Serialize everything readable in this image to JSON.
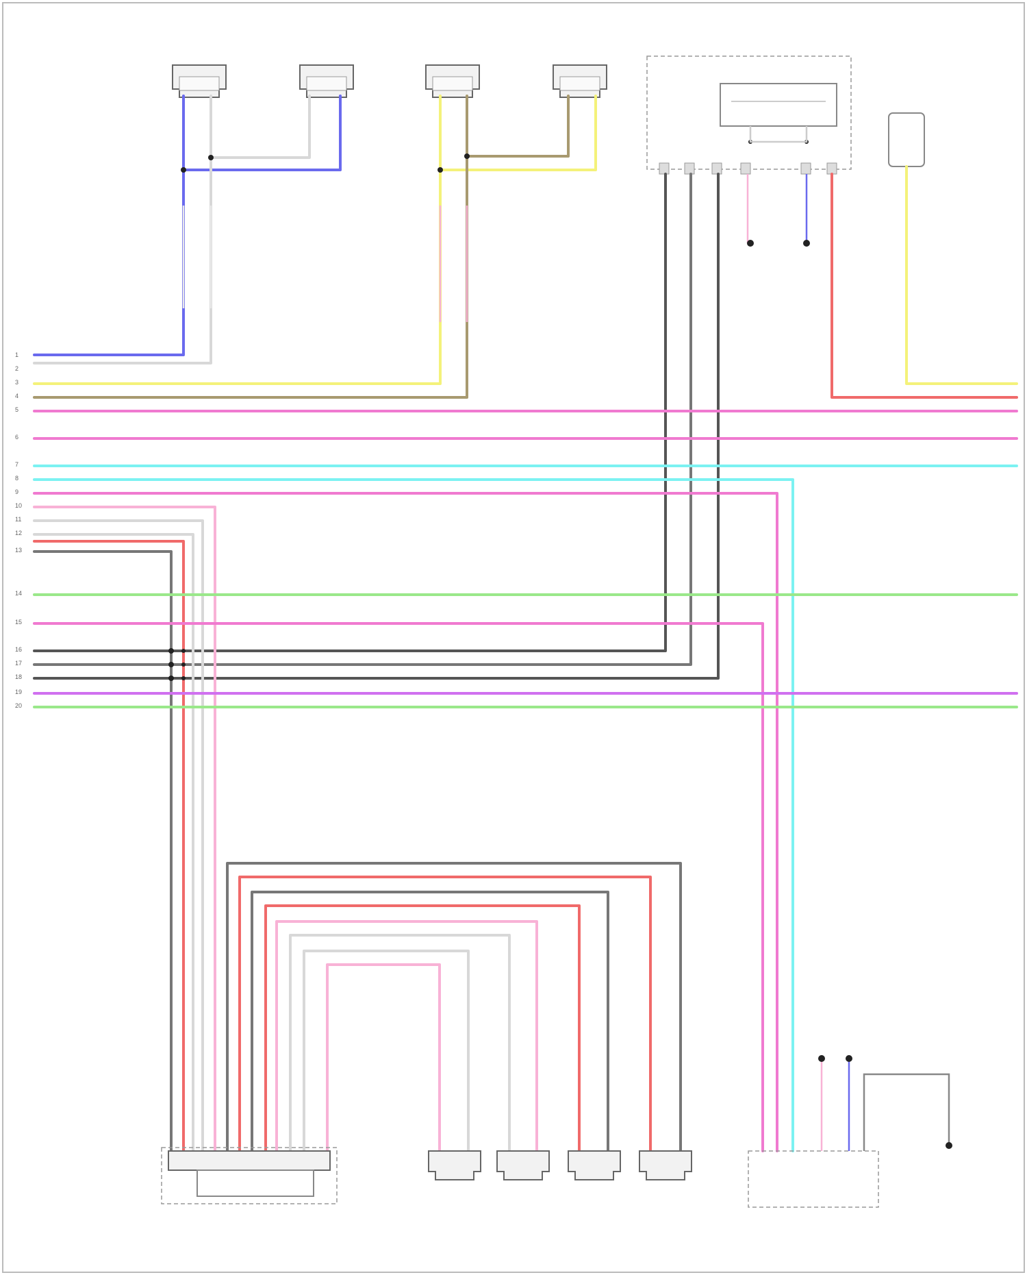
{
  "diagram": {
    "footer": "",
    "colors": {
      "blue": "#6a6aee",
      "white": "#d8d8d8",
      "yellow": "#f4f27a",
      "brown": "#a89a70",
      "pink": "#f07ad0",
      "lightpink": "#f8b2d6",
      "cyan": "#7cf2f2",
      "red": "#f06a6a",
      "green": "#9ae88a",
      "gray": "#777777",
      "darkgray": "#555555",
      "violet": "#d070f0"
    },
    "components": [
      {
        "id": "left-rear-door-speaker",
        "label": ""
      },
      {
        "id": "left-rear-tweeter",
        "label": ""
      },
      {
        "id": "right-rear-door-speaker",
        "label": ""
      },
      {
        "id": "right-rear-tweeter",
        "label": ""
      },
      {
        "id": "radio-control-module",
        "label": ""
      },
      {
        "id": "subwoofer-box",
        "label": ""
      },
      {
        "id": "combination-light",
        "label": ""
      },
      {
        "id": "shielding-upper",
        "label": ""
      },
      {
        "id": "radio-connector",
        "label": ""
      },
      {
        "id": "left-speaker",
        "label": ""
      },
      {
        "id": "left-tweeter",
        "label": ""
      },
      {
        "id": "right-front-door-speaker",
        "label": ""
      },
      {
        "id": "right-speaker",
        "label": ""
      },
      {
        "id": "amplifier-module",
        "label": ""
      },
      {
        "id": "shielding-lower",
        "label": ""
      },
      {
        "id": "ground",
        "label": ""
      }
    ]
  }
}
